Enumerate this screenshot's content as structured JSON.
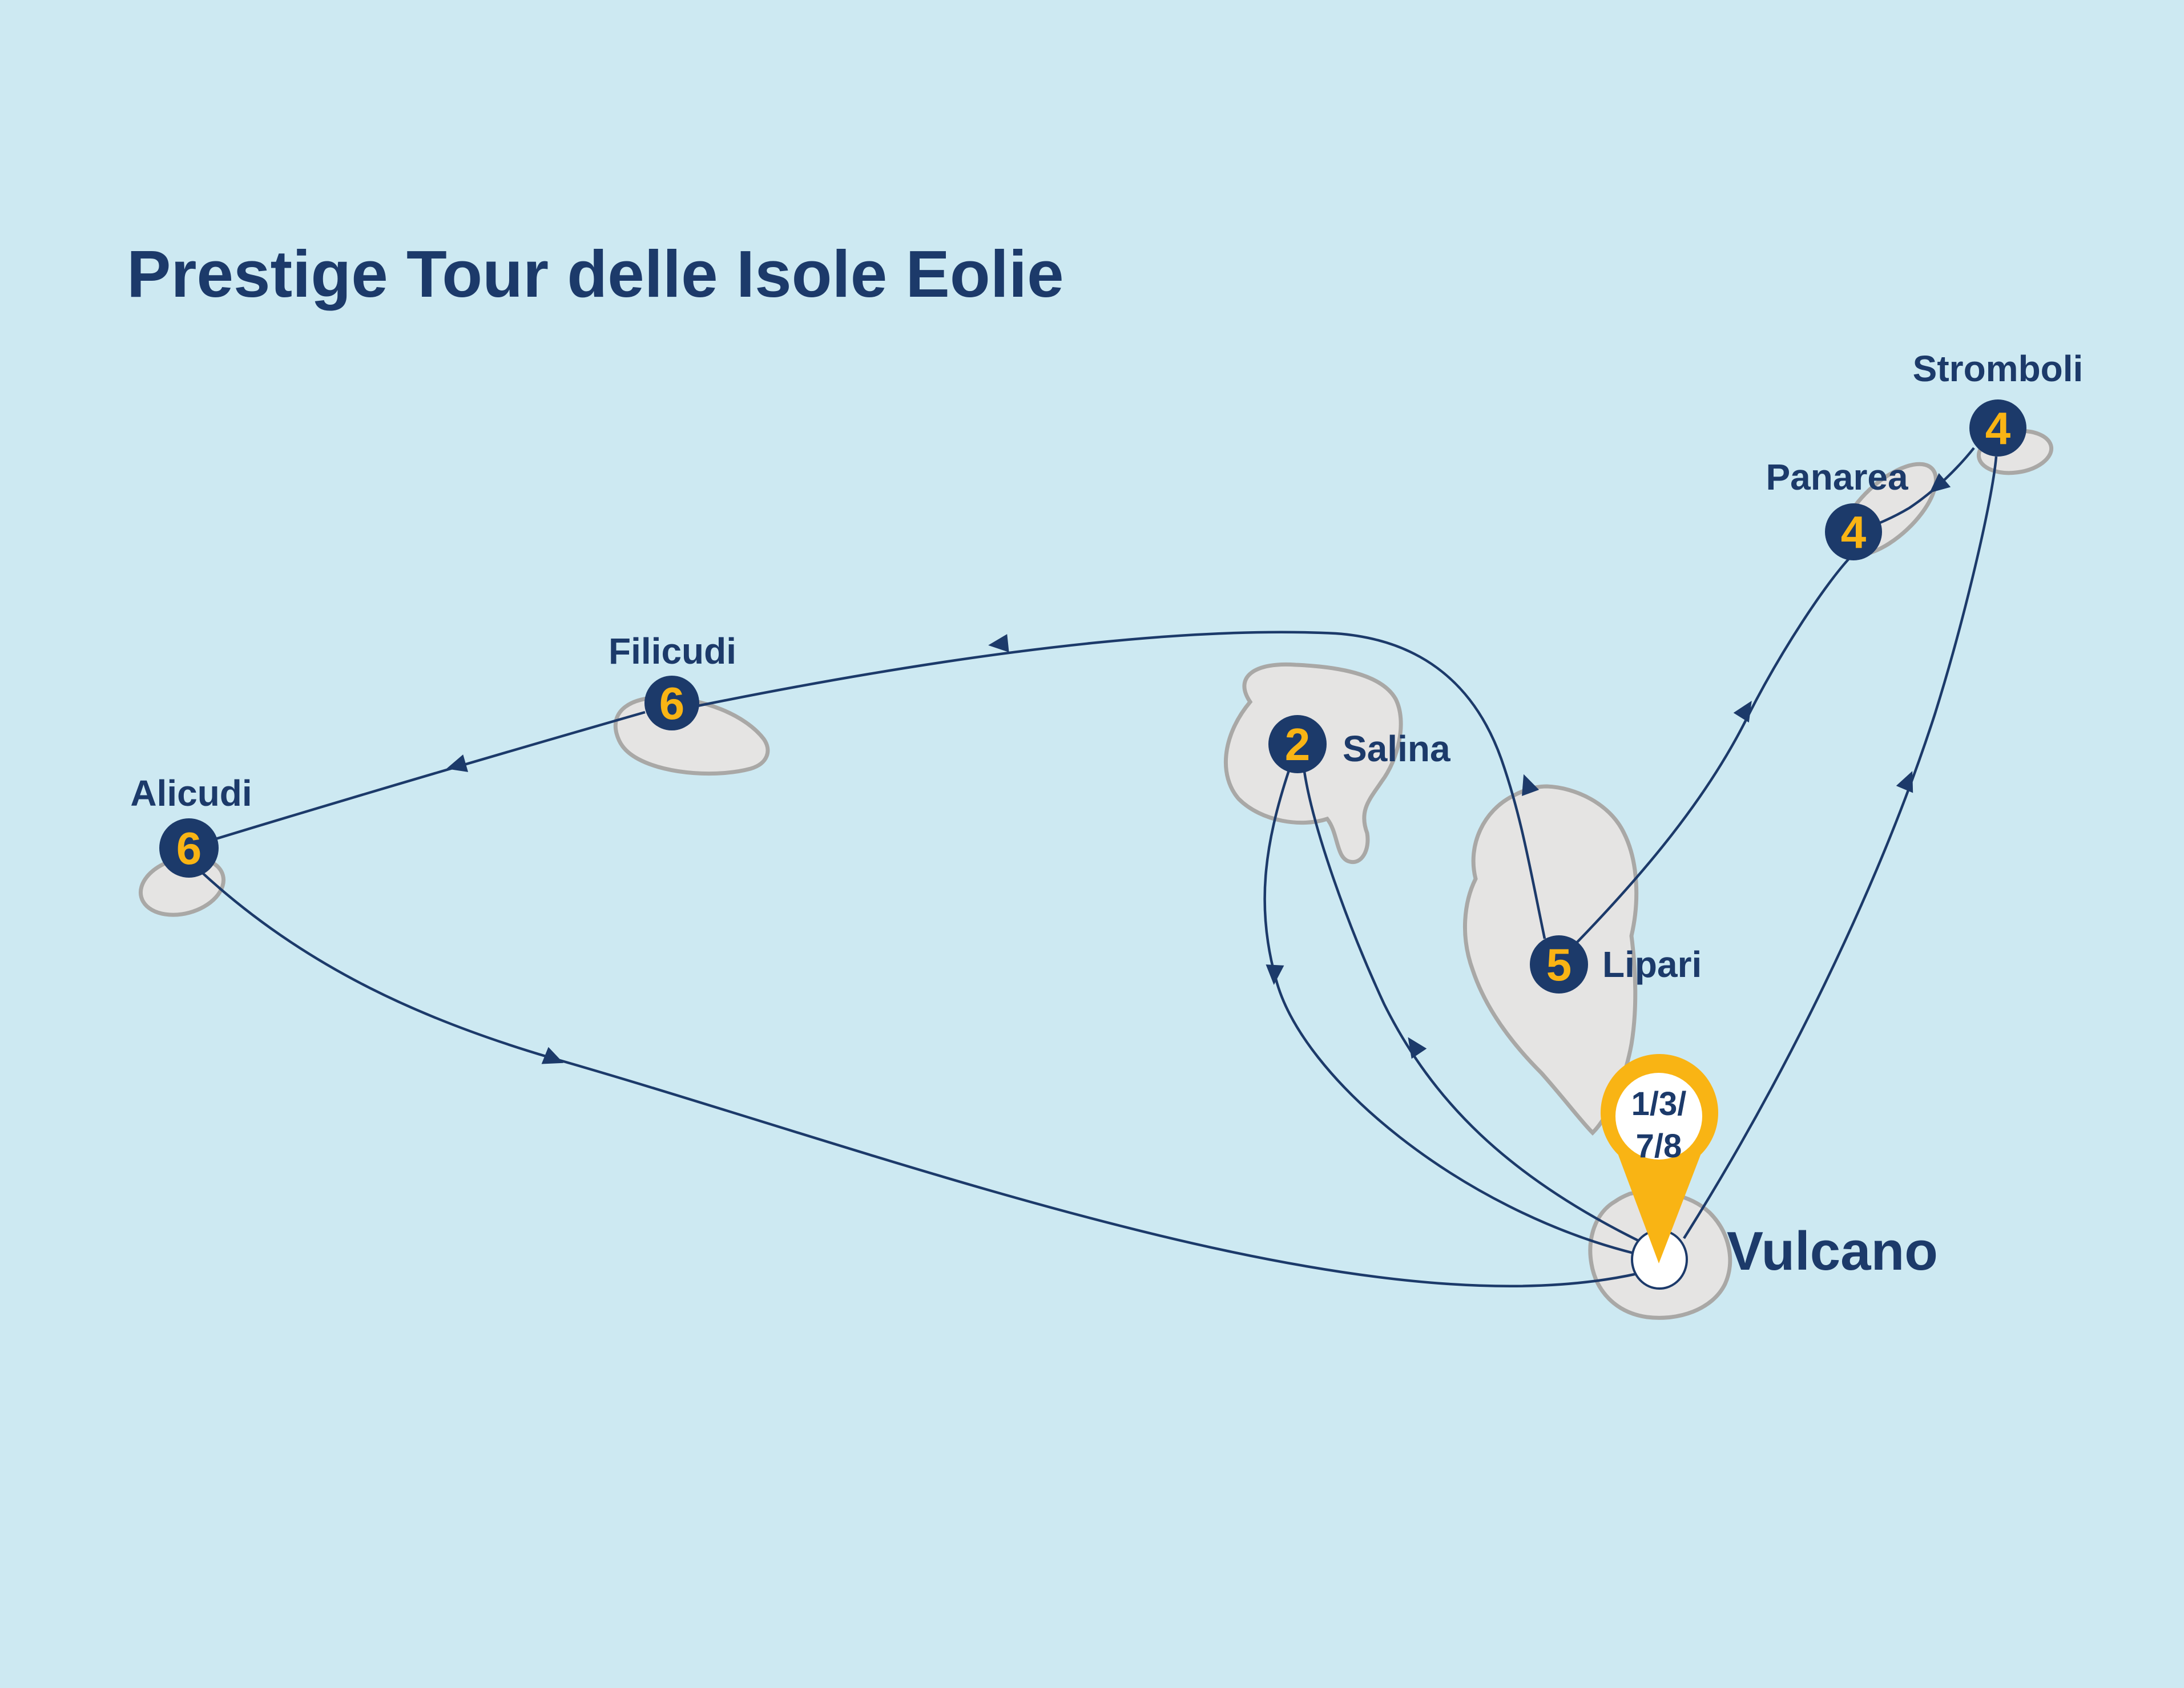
{
  "title": "Prestige Tour delle Isole Eolie",
  "colors": {
    "background": "#cde9f2",
    "navy": "#1c3a6a",
    "yellow": "#f9b414",
    "island_fill": "#e5e4e3",
    "island_border": "#a9a8a6",
    "pin_inner": "#ffffff"
  },
  "islands": {
    "stromboli": {
      "label": "Stromboli",
      "day": "4"
    },
    "panarea": {
      "label": "Panarea",
      "day": "4"
    },
    "salina": {
      "label": "Salina",
      "day": "2"
    },
    "lipari": {
      "label": "Lipari",
      "day": "5"
    },
    "filicudi": {
      "label": "Filicudi",
      "day": "6"
    },
    "alicudi": {
      "label": "Alicudi",
      "day": "6"
    },
    "vulcano": {
      "label": "Vulcano"
    }
  },
  "pin": {
    "line1": "1/3/",
    "line2": "7/8"
  }
}
